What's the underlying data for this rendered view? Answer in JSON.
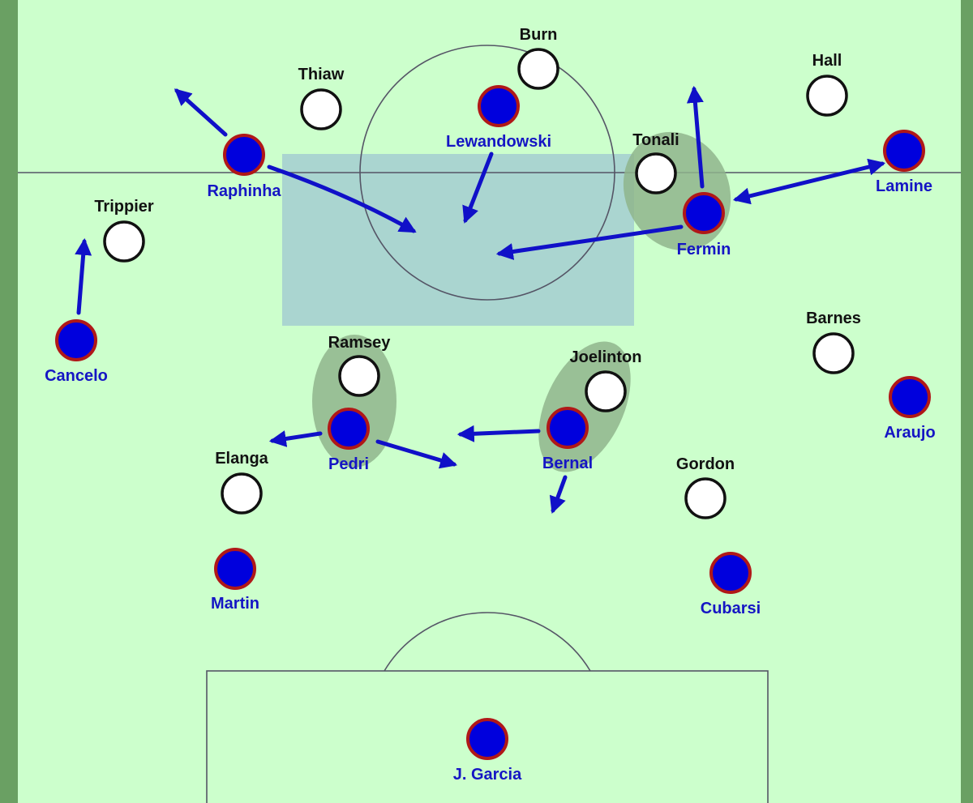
{
  "colors": {
    "pitch": "#ccffcc",
    "border": "#6aa063",
    "line": "#555566",
    "zone": "#a8d3d0",
    "press_shadow": "#8fb58c",
    "blue_fill": "#0000dd",
    "blue_ring": "#b01818",
    "white_fill": "#ffffff",
    "white_ring": "#111111",
    "arrow": "#1010c8",
    "blue_text": "#1515c4",
    "black_text": "#111111"
  },
  "players_blue": [
    {
      "id": "raphinha",
      "name": "Raphinha"
    },
    {
      "id": "lewandowski",
      "name": "Lewandowski"
    },
    {
      "id": "fermin",
      "name": "Fermin"
    },
    {
      "id": "lamine",
      "name": "Lamine"
    },
    {
      "id": "cancelo",
      "name": "Cancelo"
    },
    {
      "id": "pedri",
      "name": "Pedri"
    },
    {
      "id": "bernal",
      "name": "Bernal"
    },
    {
      "id": "araujo",
      "name": "Araujo"
    },
    {
      "id": "martin",
      "name": "Martin"
    },
    {
      "id": "cubarsi",
      "name": "Cubarsi"
    },
    {
      "id": "garcia",
      "name": "J. Garcia"
    }
  ],
  "players_white": [
    {
      "id": "burn",
      "name": "Burn"
    },
    {
      "id": "thiaw",
      "name": "Thiaw"
    },
    {
      "id": "hall",
      "name": "Hall"
    },
    {
      "id": "tonali",
      "name": "Tonali"
    },
    {
      "id": "trippier",
      "name": "Trippier"
    },
    {
      "id": "ramsey",
      "name": "Ramsey"
    },
    {
      "id": "joelinton",
      "name": "Joelinton"
    },
    {
      "id": "barnes",
      "name": "Barnes"
    },
    {
      "id": "elanga",
      "name": "Elanga"
    },
    {
      "id": "gordon",
      "name": "Gordon"
    }
  ]
}
